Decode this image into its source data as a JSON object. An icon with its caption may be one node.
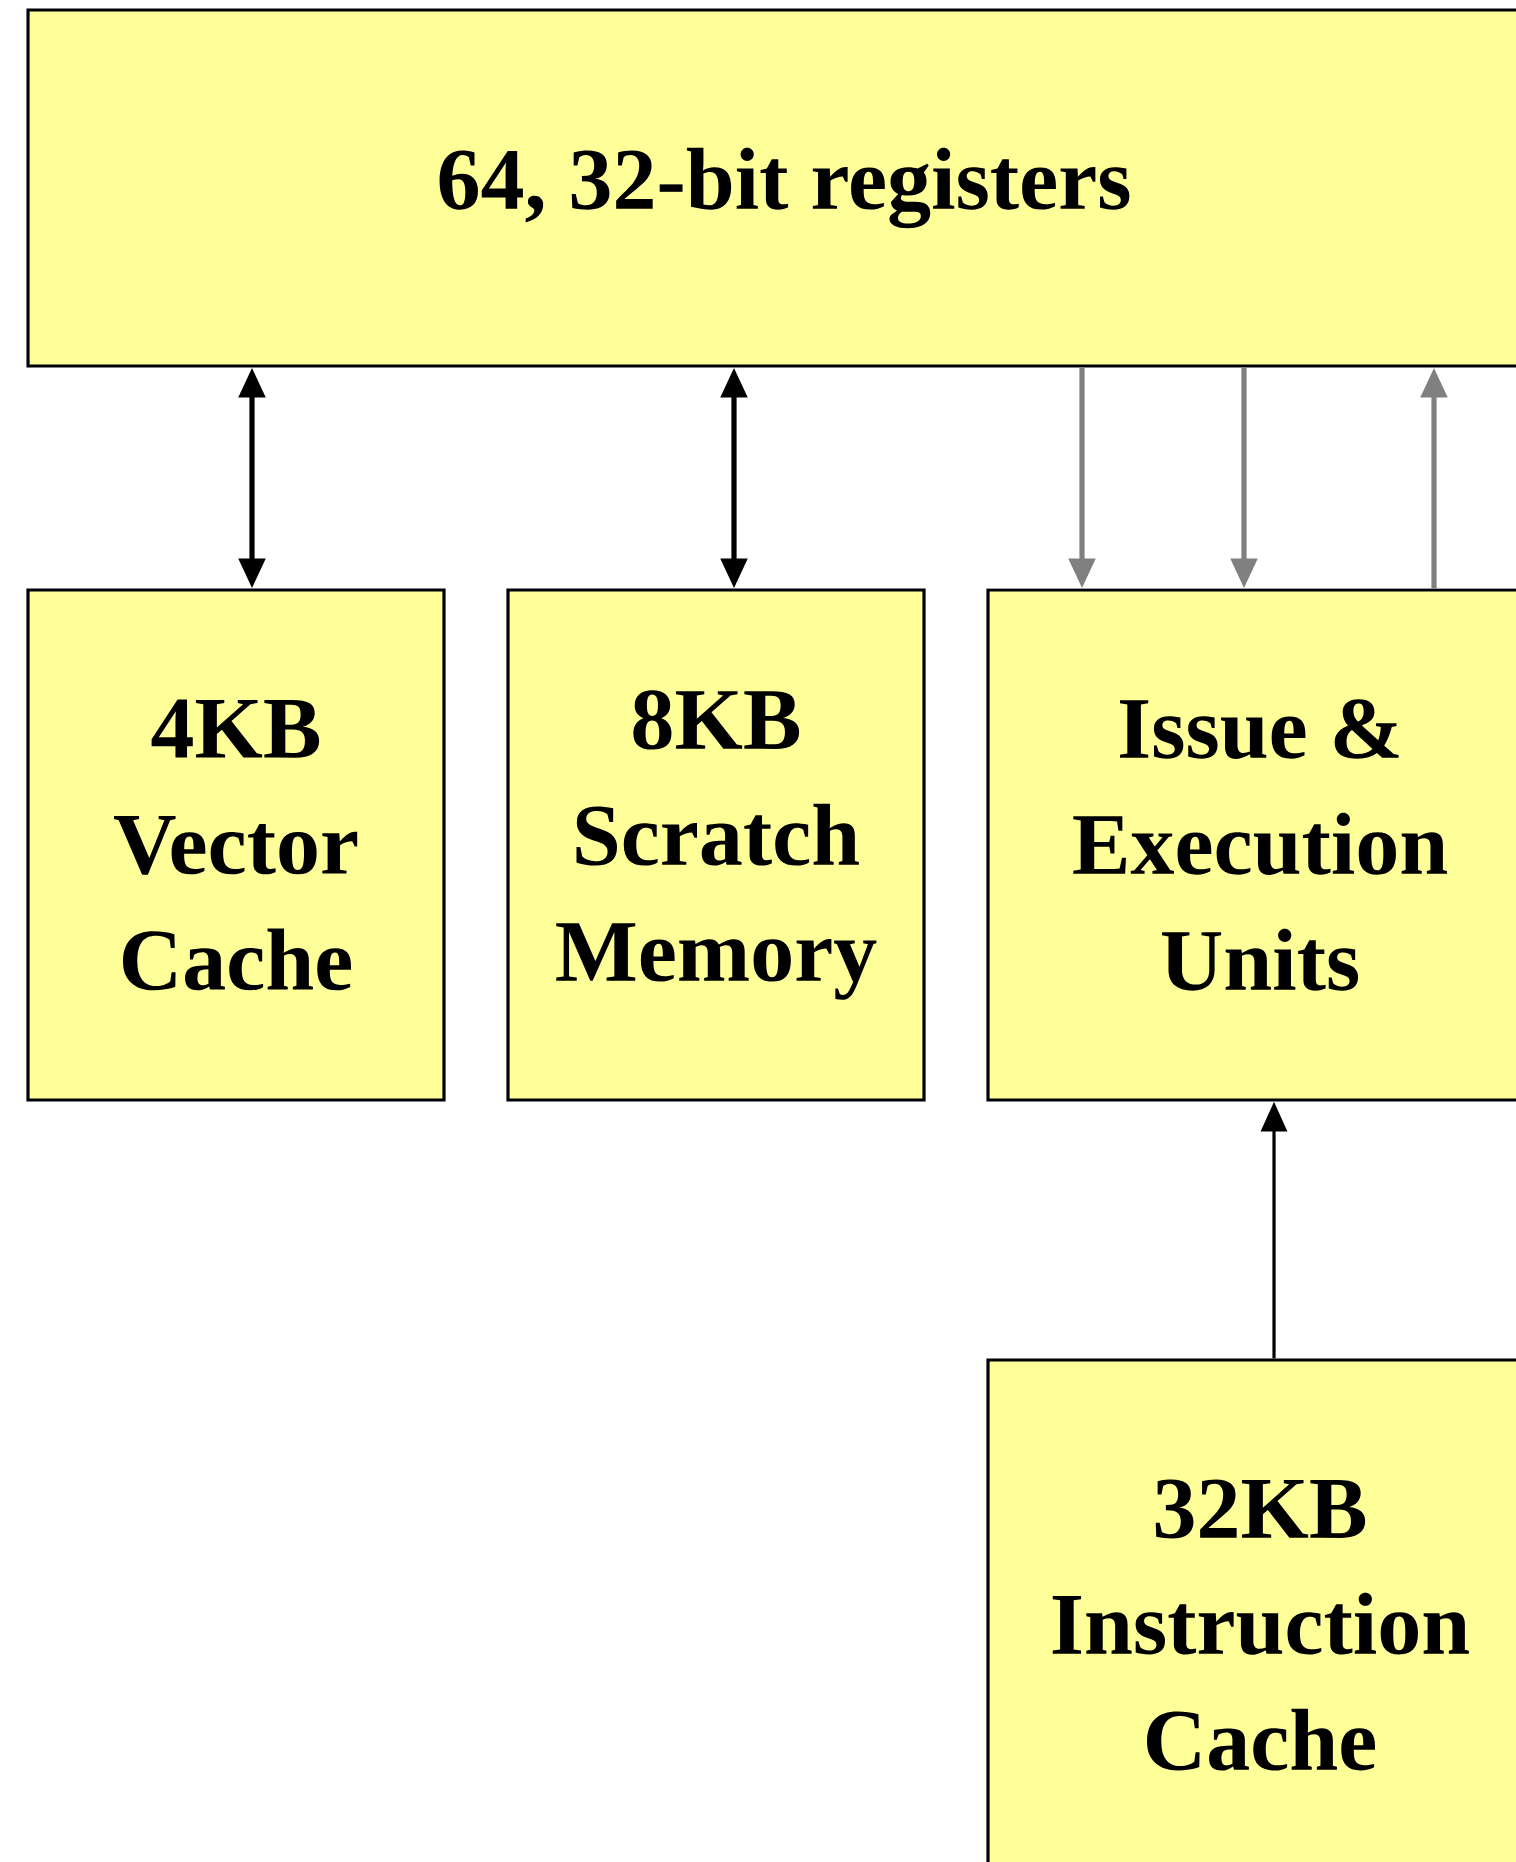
{
  "diagram": {
    "nodes": [
      {
        "text": [
          "64, 32-bit registers"
        ]
      },
      {
        "text": [
          "4KB Vector Cache"
        ]
      },
      {
        "text": [
          "8KB Scratch Memory"
        ]
      },
      {
        "text": [
          "Issue & Execution Units"
        ]
      },
      {
        "text": [
          "32KB Instruction Cache"
        ]
      }
    ],
    "edges": [
      {
        "from": 1,
        "to": 0,
        "arrow": "both"
      },
      {
        "from": 2,
        "to": 0,
        "arrow": "both"
      },
      {
        "from": 0,
        "to": 3,
        "arrow": "to",
        "color": "#808080"
      },
      {
        "from": 0,
        "to": 3,
        "arrow": "to",
        "color": "#808080"
      },
      {
        "from": 3,
        "to": 0,
        "arrow": "to",
        "color": "#808080"
      },
      {
        "from": 4,
        "to": 3,
        "arrow": "to"
      }
    ]
  }
}
